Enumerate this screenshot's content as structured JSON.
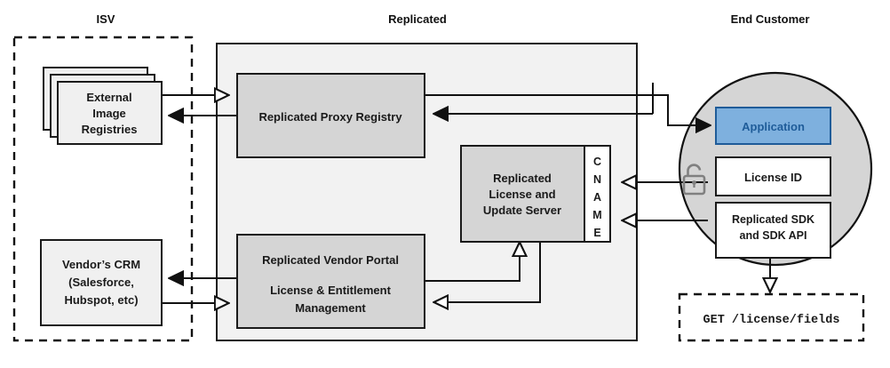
{
  "zones": {
    "isv": {
      "label": "ISV"
    },
    "replicated": {
      "label": "Replicated"
    },
    "end_customer": {
      "label": "End Customer"
    }
  },
  "nodes": {
    "external_registries": {
      "lines": [
        "External",
        "Image",
        "Registries"
      ]
    },
    "vendor_crm": {
      "lines": [
        "Vendor’s CRM",
        "(Salesforce,",
        "Hubspot, etc)"
      ]
    },
    "proxy_registry": {
      "lines": [
        "Replicated Proxy Registry"
      ]
    },
    "license_server": {
      "lines": [
        "Replicated",
        "License and",
        "Update Server"
      ]
    },
    "cname": {
      "label": "CNAME",
      "letters": [
        "C",
        "N",
        "A",
        "M",
        "E"
      ]
    },
    "vendor_portal": {
      "lines": [
        "Replicated Vendor Portal",
        "License & Entitlement",
        "Management"
      ]
    },
    "application": {
      "label": "Application"
    },
    "license_id": {
      "label": "License ID"
    },
    "sdk": {
      "lines": [
        "Replicated SDK",
        "and SDK API"
      ]
    },
    "api_call": {
      "label": "GET /license/fields"
    }
  },
  "icons": {
    "padlock": "unlocked-padlock-icon"
  },
  "colors": {
    "app_fill": "#7eb0de",
    "app_stroke": "#1f5c99",
    "node_fill": "#d5d5d5",
    "panel_fill": "#f2f2f2",
    "circle_fill": "#d5d5d5",
    "lock_stroke": "#808080",
    "line": "#111111"
  }
}
